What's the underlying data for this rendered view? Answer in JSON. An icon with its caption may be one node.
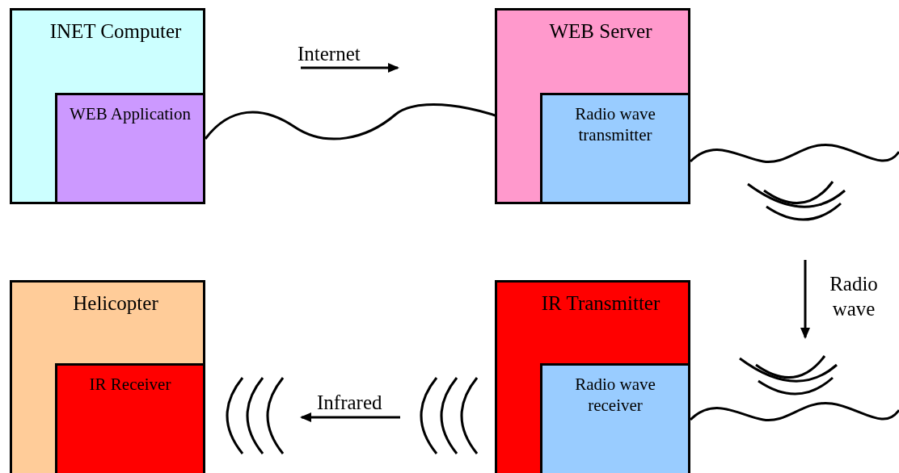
{
  "diagram": {
    "nodes": [
      {
        "text": [
          "INET Computer"
        ]
      },
      {
        "text": [
          "WEB Application"
        ],
        "in": 0
      },
      {
        "text": [
          "WEB Server"
        ]
      },
      {
        "text": [
          "Radio wave transmitter"
        ],
        "in": 2
      },
      {
        "text": [
          "Helicopter"
        ]
      },
      {
        "text": [
          "IR Receiver"
        ],
        "in": 4
      },
      {
        "text": [
          "IR Transmitter"
        ]
      },
      {
        "text": [
          "Radio wave receiver"
        ],
        "in": 6
      }
    ],
    "edges": [
      {
        "from": 1,
        "to": 3,
        "arrow": "none"
      },
      {
        "from": 3,
        "to": null,
        "arrow": "none"
      },
      {
        "from": 7,
        "to": null,
        "arrow": "none"
      }
    ],
    "labels": [
      "Internet",
      "Radio wave",
      "Infrared"
    ]
  }
}
